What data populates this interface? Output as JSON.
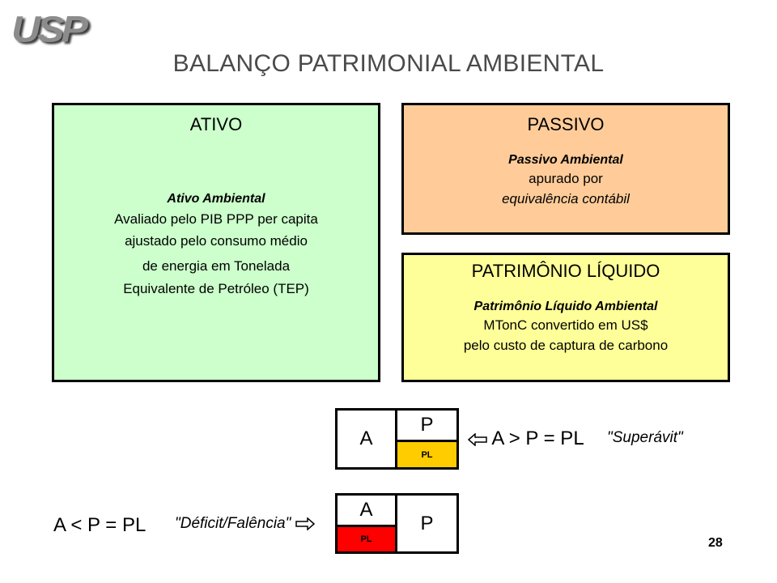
{
  "logo": {
    "text": "USP"
  },
  "title": "BALANÇO PATRIMONIAL AMBIENTAL",
  "ativo": {
    "heading": "ATIVO",
    "subheading": "Ativo Ambiental",
    "lines": [
      "Avaliado pelo PIB PPP per capita",
      "ajustado pelo consumo médio",
      "de energia em Tonelada",
      "Equivalente de Petróleo (TEP)"
    ]
  },
  "passivo": {
    "heading": "PASSIVO",
    "subheading": "Passivo Ambiental",
    "line1": "apurado por",
    "line2": "equivalência contábil"
  },
  "pl": {
    "heading": "PATRIMÔNIO LÍQUIDO",
    "subheading": "Patrimônio Líquido Ambiental",
    "line1": "MTonC convertido em US$",
    "line2": "pelo custo de captura de carbono"
  },
  "superavit": {
    "cell_a": "A",
    "cell_p": "P",
    "cell_pl": "PL",
    "equation": "A > P = PL",
    "label": "\"Superávit\""
  },
  "deficit": {
    "cell_a": "A",
    "cell_pl": "PL",
    "cell_p": "P",
    "equation": "A < P = PL",
    "label": "\"Déficit/Falência\""
  },
  "colors": {
    "pl_superavit": "#ffcc00",
    "pl_deficit": "#ff0000",
    "ativo_bg": "#ccffcc",
    "passivo_bg": "#ffcc99",
    "pl_bg": "#ffff99"
  },
  "page_number": "28"
}
